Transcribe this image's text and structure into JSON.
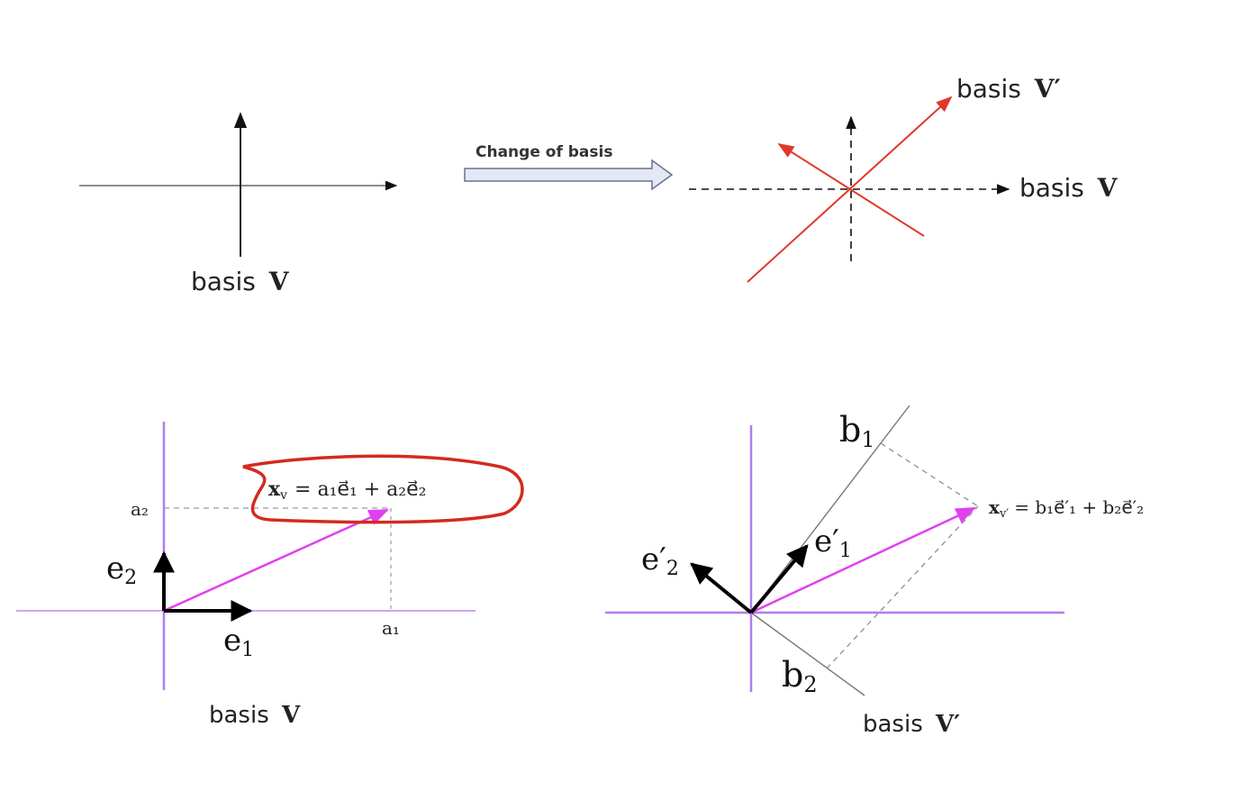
{
  "colors": {
    "axis_gray": "#444444",
    "dark": "#111111",
    "red": "#e0392a",
    "purple": "#b07cf0",
    "magenta": "#e040f0",
    "annotation_red": "#d42a1f",
    "arrow_fill": "#e4e8f4",
    "arrow_stroke": "#6a7090"
  },
  "top_left": {
    "label_basis": "basis",
    "label_symbol": "V"
  },
  "change_arrow": {
    "label": "Change of basis"
  },
  "top_right": {
    "label_new_basis": "basis",
    "label_new_symbol": "V′",
    "label_old_basis": "basis",
    "label_old_symbol": "V"
  },
  "bottom_left": {
    "equation_lhs": "x",
    "equation_lhs_sub": "v",
    "equation_rhs": "= a₁e⃗₁ + a₂e⃗₂",
    "a1": "a₁",
    "a2": "a₂",
    "e1": "e",
    "e1_sub": "1",
    "e2": "e",
    "e2_sub": "2",
    "caption_basis": "basis",
    "caption_symbol": "V"
  },
  "bottom_right": {
    "equation_lhs": "x",
    "equation_lhs_sub": "v′",
    "equation_rhs": "= b₁e⃗′₁ + b₂e⃗′₂",
    "b1": "b",
    "b1_sub": "1",
    "b2": "b",
    "b2_sub": "2",
    "e1p": "e′",
    "e1p_sub": "1",
    "e2p": "e′",
    "e2p_sub": "2",
    "caption_basis": "basis",
    "caption_symbol": "V′"
  }
}
